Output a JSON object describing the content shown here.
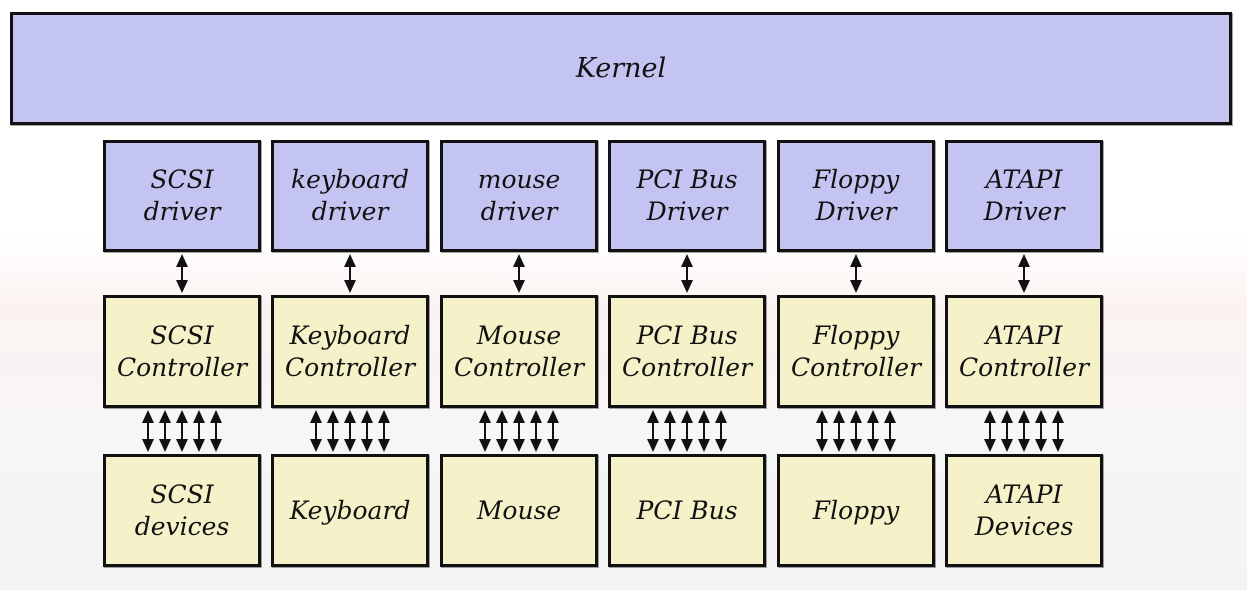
{
  "kernel": {
    "label": "Kernel"
  },
  "columns": [
    {
      "driver": "SCSI\ndriver",
      "controller": "SCSI\nController",
      "device": "SCSI\ndevices"
    },
    {
      "driver": "keyboard\ndriver",
      "controller": "Keyboard\nController",
      "device": "Keyboard"
    },
    {
      "driver": "mouse\ndriver",
      "controller": "Mouse\nController",
      "device": "Mouse"
    },
    {
      "driver": "PCI Bus\nDriver",
      "controller": "PCI Bus\nController",
      "device": "PCI Bus"
    },
    {
      "driver": "Floppy\nDriver",
      "controller": "Floppy\nController",
      "device": "Floppy"
    },
    {
      "driver": "ATAPI\nDriver",
      "controller": "ATAPI\nController",
      "device": "ATAPI\nDevices"
    }
  ],
  "colors": {
    "driver_fill": "#c4c4f2",
    "hardware_fill": "#f5f1c8",
    "border": "#111111"
  }
}
